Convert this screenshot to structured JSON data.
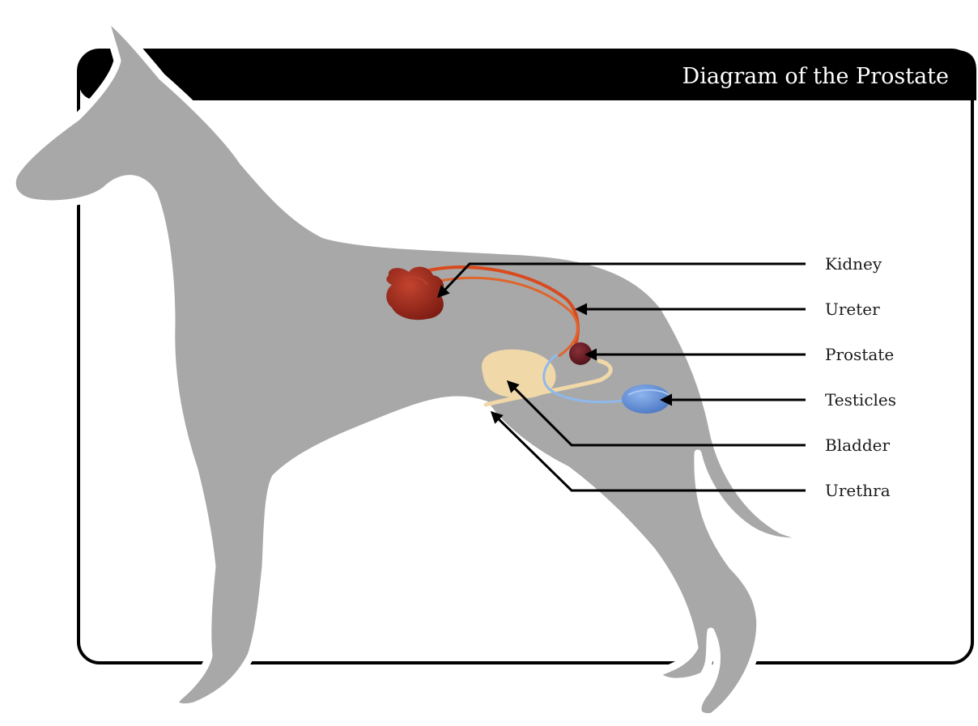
{
  "title": "Diagram of the Prostate",
  "labels": [
    {
      "key": "kidney",
      "text": "Kidney"
    },
    {
      "key": "ureter",
      "text": "Ureter"
    },
    {
      "key": "prostate",
      "text": "Prostate"
    },
    {
      "key": "testicles",
      "text": "Testicles"
    },
    {
      "key": "bladder",
      "text": "Bladder"
    },
    {
      "key": "urethra",
      "text": "Urethra"
    }
  ],
  "colors": {
    "frame": "#000000",
    "dog_silhouette": "#a8a8a8",
    "kidney": "#9e2a1c",
    "ureter": "#d94a1e",
    "prostate": "#6a1f26",
    "testicles": "#5f8fd6",
    "bladder": "#f0d8a8",
    "urethra": "#f0d8a8",
    "vas_deferens": "#8fb8ec"
  }
}
